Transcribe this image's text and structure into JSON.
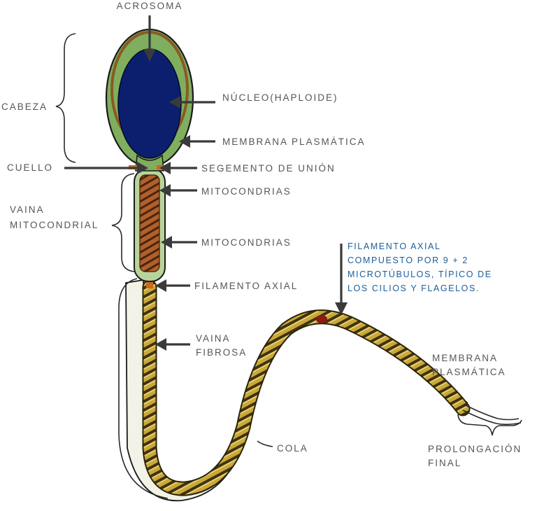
{
  "labels": {
    "acrosoma": "ACROSOMA",
    "cabeza": "CABEZA",
    "nucleo": "NÚCLEO(HAPLOIDE)",
    "membrana_cabeza": "MEMBRANA PLASMÁTICA",
    "cuello": "CUELLO",
    "segmento": "SEGEMENTO DE UNIÓN",
    "mito_1": "MITOCONDRIAS",
    "vaina_mito_1": "VAINA",
    "vaina_mito_2": "MITOCONDRIAL",
    "mito_2": "MITOCONDRIAS",
    "filamento": "FILAMENTO AXIAL",
    "vaina_fibrosa_1": "VAINA",
    "vaina_fibrosa_2": "FIBROSA",
    "membrana_cola_1": "MEMBRANA",
    "membrana_cola_2": "PLASMÁTICA",
    "cola": "COLA",
    "prolongacion_1": "PROLONGACIÓN",
    "prolongacion_2": "FINAL"
  },
  "note": {
    "line1": "FILAMENTO AXIAL",
    "line2": "COMPUESTO POR 9 + 2",
    "line3": "MICROTÚBULOS, TÍPICO DE",
    "line4": "LOS CILIOS Y FLAGELOS."
  },
  "colors": {
    "label_text": "#555555",
    "note_text": "#1b5e9a",
    "arrow": "#3a3a3a",
    "nucleus": "#0b1f6e",
    "head_green": "#7fae5f",
    "tail_gold": "#c9a838",
    "mitochondria": "#b0602a",
    "membrane_fill": "#f2f2e6"
  }
}
